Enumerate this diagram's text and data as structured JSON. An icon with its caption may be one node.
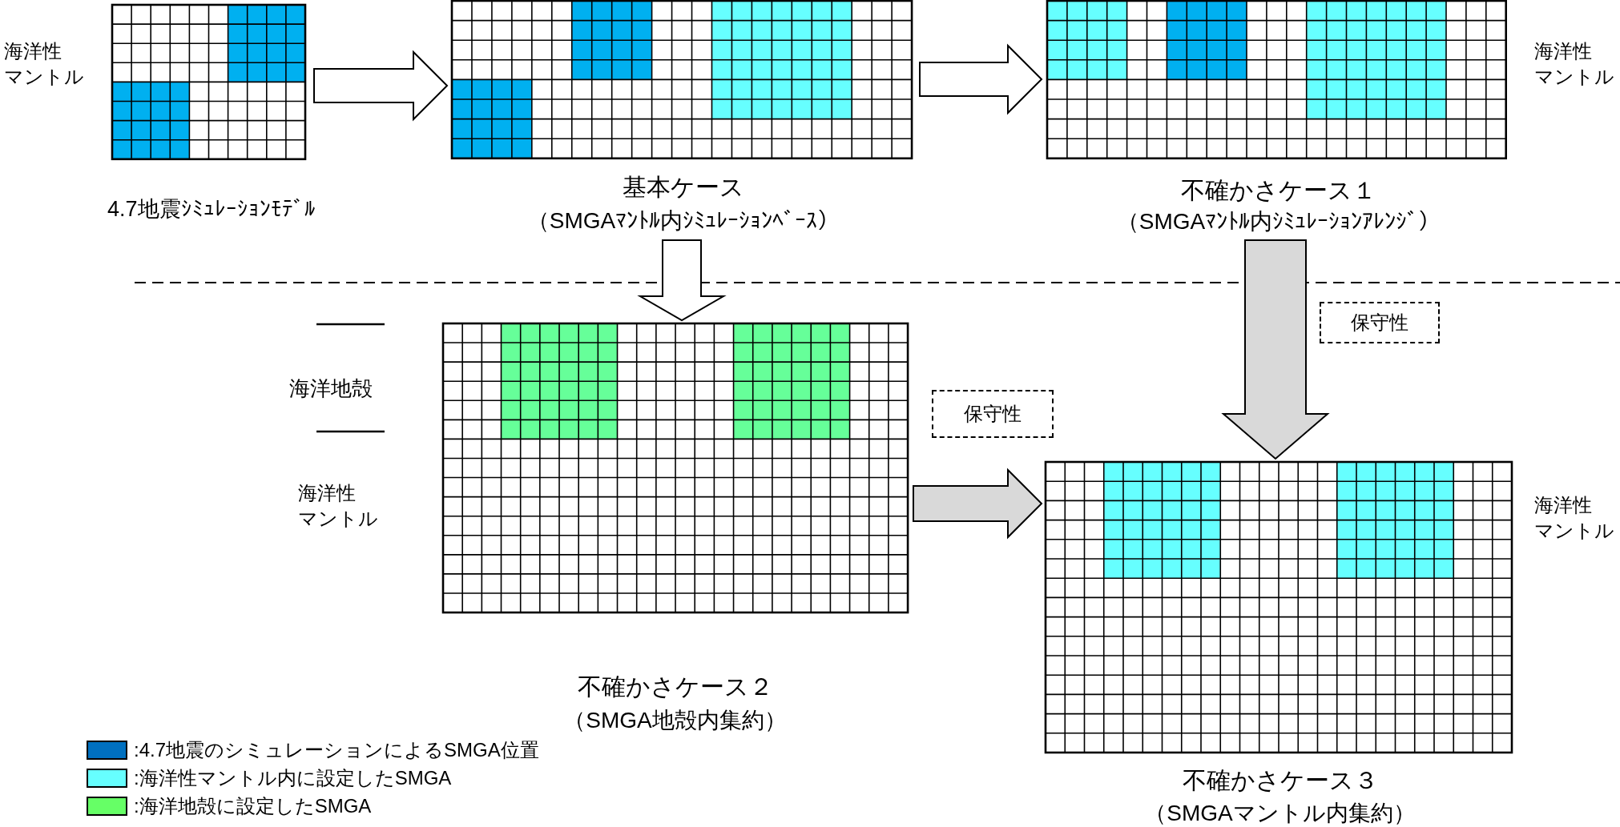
{
  "diagram": {
    "nodes": [
      {
        "text": [
          "4.7地震ｼﾐｭﾚｰｼｮﾝﾓﾃﾞﾙ"
        ]
      },
      {
        "text": [
          "基本ケース",
          "（SMGAﾏﾝﾄﾙ内ｼﾐｭﾚｰｼｮﾝﾍﾞｰｽ）"
        ]
      },
      {
        "text": [
          "不確かさケース１",
          "（SMGAﾏﾝﾄﾙ内ｼﾐｭﾚｰｼｮﾝｱﾚﾝｼﾞ）"
        ]
      },
      {
        "text": [
          "不確かさケース２",
          "（SMGA地殻内集約）"
        ]
      },
      {
        "text": [
          "不確かさケース３",
          "（SMGAマントル内集約）"
        ]
      }
    ],
    "edges": [
      {
        "from": 0,
        "to": 1,
        "arrow": "to"
      },
      {
        "from": 1,
        "to": 2,
        "arrow": "to"
      },
      {
        "from": 1,
        "to": 3,
        "arrow": "to"
      },
      {
        "from": 2,
        "to": 4,
        "arrow": "to",
        "label": "保守性",
        "color": "#d9d9d9"
      },
      {
        "from": 3,
        "to": 4,
        "arrow": "to",
        "label": "保守性",
        "color": "#d9d9d9"
      }
    ],
    "labels": [
      "海洋性マントル",
      "海洋性マントル",
      "海洋地殻",
      "海洋性マントル",
      "海洋性マントル"
    ],
    "legend": [
      {
        "text": ":4.7地震のシミュレーションによるSMGA位置",
        "color": "#0070c0"
      },
      {
        "text": ":海洋性マントル内に設定したSMGA",
        "color": "#66ffff"
      },
      {
        "text": ":海洋地殻に設定したSMGA",
        "color": "#66ff66"
      }
    ]
  }
}
